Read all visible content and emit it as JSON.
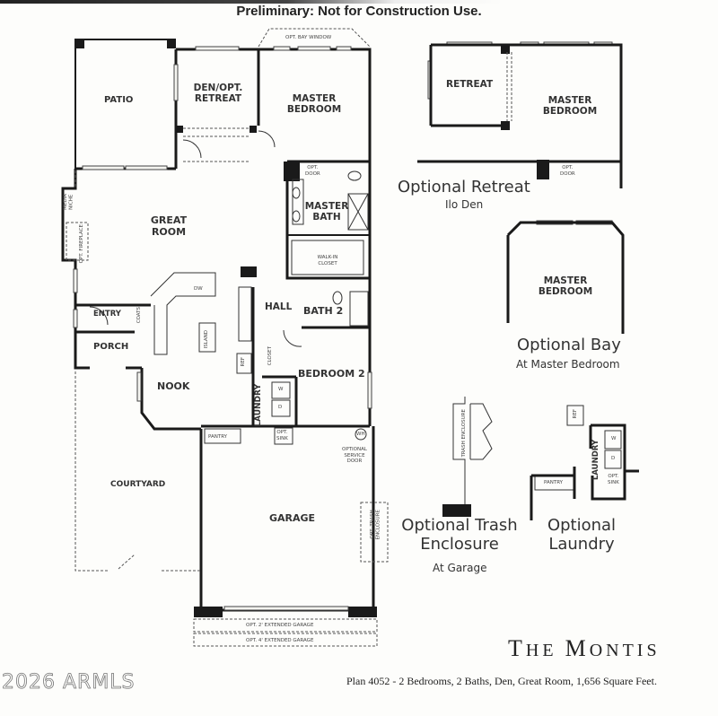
{
  "header": {
    "title": "Preliminary: Not for Construction Use."
  },
  "main_plan": {
    "rooms": {
      "patio": "PATIO",
      "den": "DEN/OPT.\nRETREAT",
      "master_bedroom": "MASTER\nBEDROOM",
      "great_room": "GREAT\nROOM",
      "master_bath": "MASTER\nBATH",
      "walk_in_closet": "WALK-IN\nCLOSET",
      "hall": "HALL",
      "bath2": "BATH 2",
      "entry": "ENTRY",
      "porch": "PORCH",
      "nook": "NOOK",
      "bedroom2": "BEDROOM 2",
      "laundry": "LAUNDRY",
      "courtyard": "COURTYARD",
      "garage": "GARAGE",
      "pantry": "PANTRY"
    },
    "annotations": {
      "opt_bay_window": "OPT. BAY WINDOW",
      "opt_door": "OPT.\nDOOR",
      "media_niche": "MEDIA\nNICHE",
      "opt_fireplace": "OPT. FIREPLACE",
      "coats": "COATS",
      "dw": "DW",
      "island": "ISLAND",
      "ref": "REF",
      "closet": "CLOSET",
      "washer": "W",
      "dryer": "D",
      "opt_sink": "OPT.\nSINK",
      "wh": "WH",
      "optional_service_door": "OPTIONAL\nSERVICE\nDOOR",
      "opt_trash_enclosure": "OPT. TRASH\nENCLOSURE",
      "opt_2_extended_garage": "OPT. 2' EXTENDED GARAGE",
      "opt_4_extended_garage": "OPT. 4' EXTENDED GARAGE"
    }
  },
  "options": {
    "retreat": {
      "room1": "RETREAT",
      "room2": "MASTER\nBEDROOM",
      "opt_door": "OPT.\nDOOR",
      "title": "Optional Retreat",
      "subtitle": "Ilo Den"
    },
    "bay": {
      "room": "MASTER\nBEDROOM",
      "title": "Optional Bay",
      "subtitle": "At Master Bedroom"
    },
    "trash": {
      "label": "TRASH ENCLOSURE",
      "title": "Optional Trash\nEnclosure",
      "subtitle": "At Garage"
    },
    "laundry": {
      "room": "LAUNDRY",
      "pantry": "PANTRY",
      "ref": "REF",
      "washer": "W",
      "dryer": "D",
      "opt_sink": "OPT.\nSINK",
      "title": "Optional\nLaundry"
    }
  },
  "footer": {
    "brand_first": "T",
    "brand_first_rest": "HE",
    "brand_second": "M",
    "brand_second_rest": "ONTIS",
    "plan_description": "Plan 4052 - 2 Bedrooms, 2 Baths, Den, Great Room, 1,656 Square Feet.",
    "watermark": "2026 ARMLS"
  }
}
